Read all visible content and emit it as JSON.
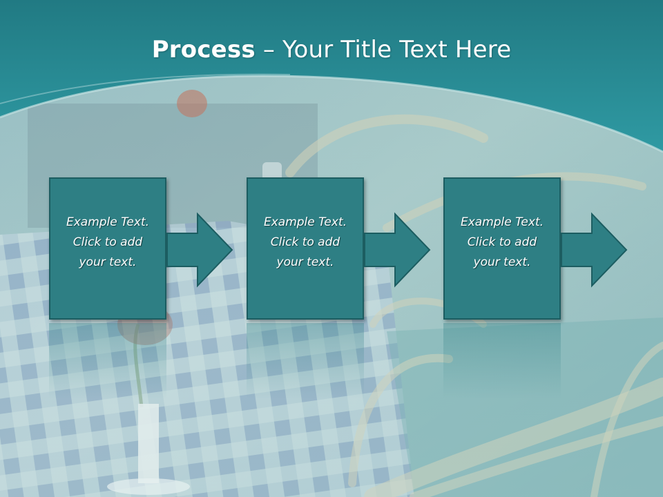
{
  "title": {
    "bold": "Process",
    "rest": " – Your Title Text Here"
  },
  "steps": [
    {
      "line1": "Example Text.",
      "line2": "Click  to add",
      "line3": "your text."
    },
    {
      "line1": "Example Text.",
      "line2": "Click  to add",
      "line3": "your text."
    },
    {
      "line1": "Example Text.",
      "line2": "Click  to add",
      "line3": "your text."
    }
  ],
  "colors": {
    "header_teal": "#2a8c95",
    "box_fill": "#2e7f84",
    "box_border": "#1c5d61",
    "background_tint": "#9ec6c6"
  }
}
